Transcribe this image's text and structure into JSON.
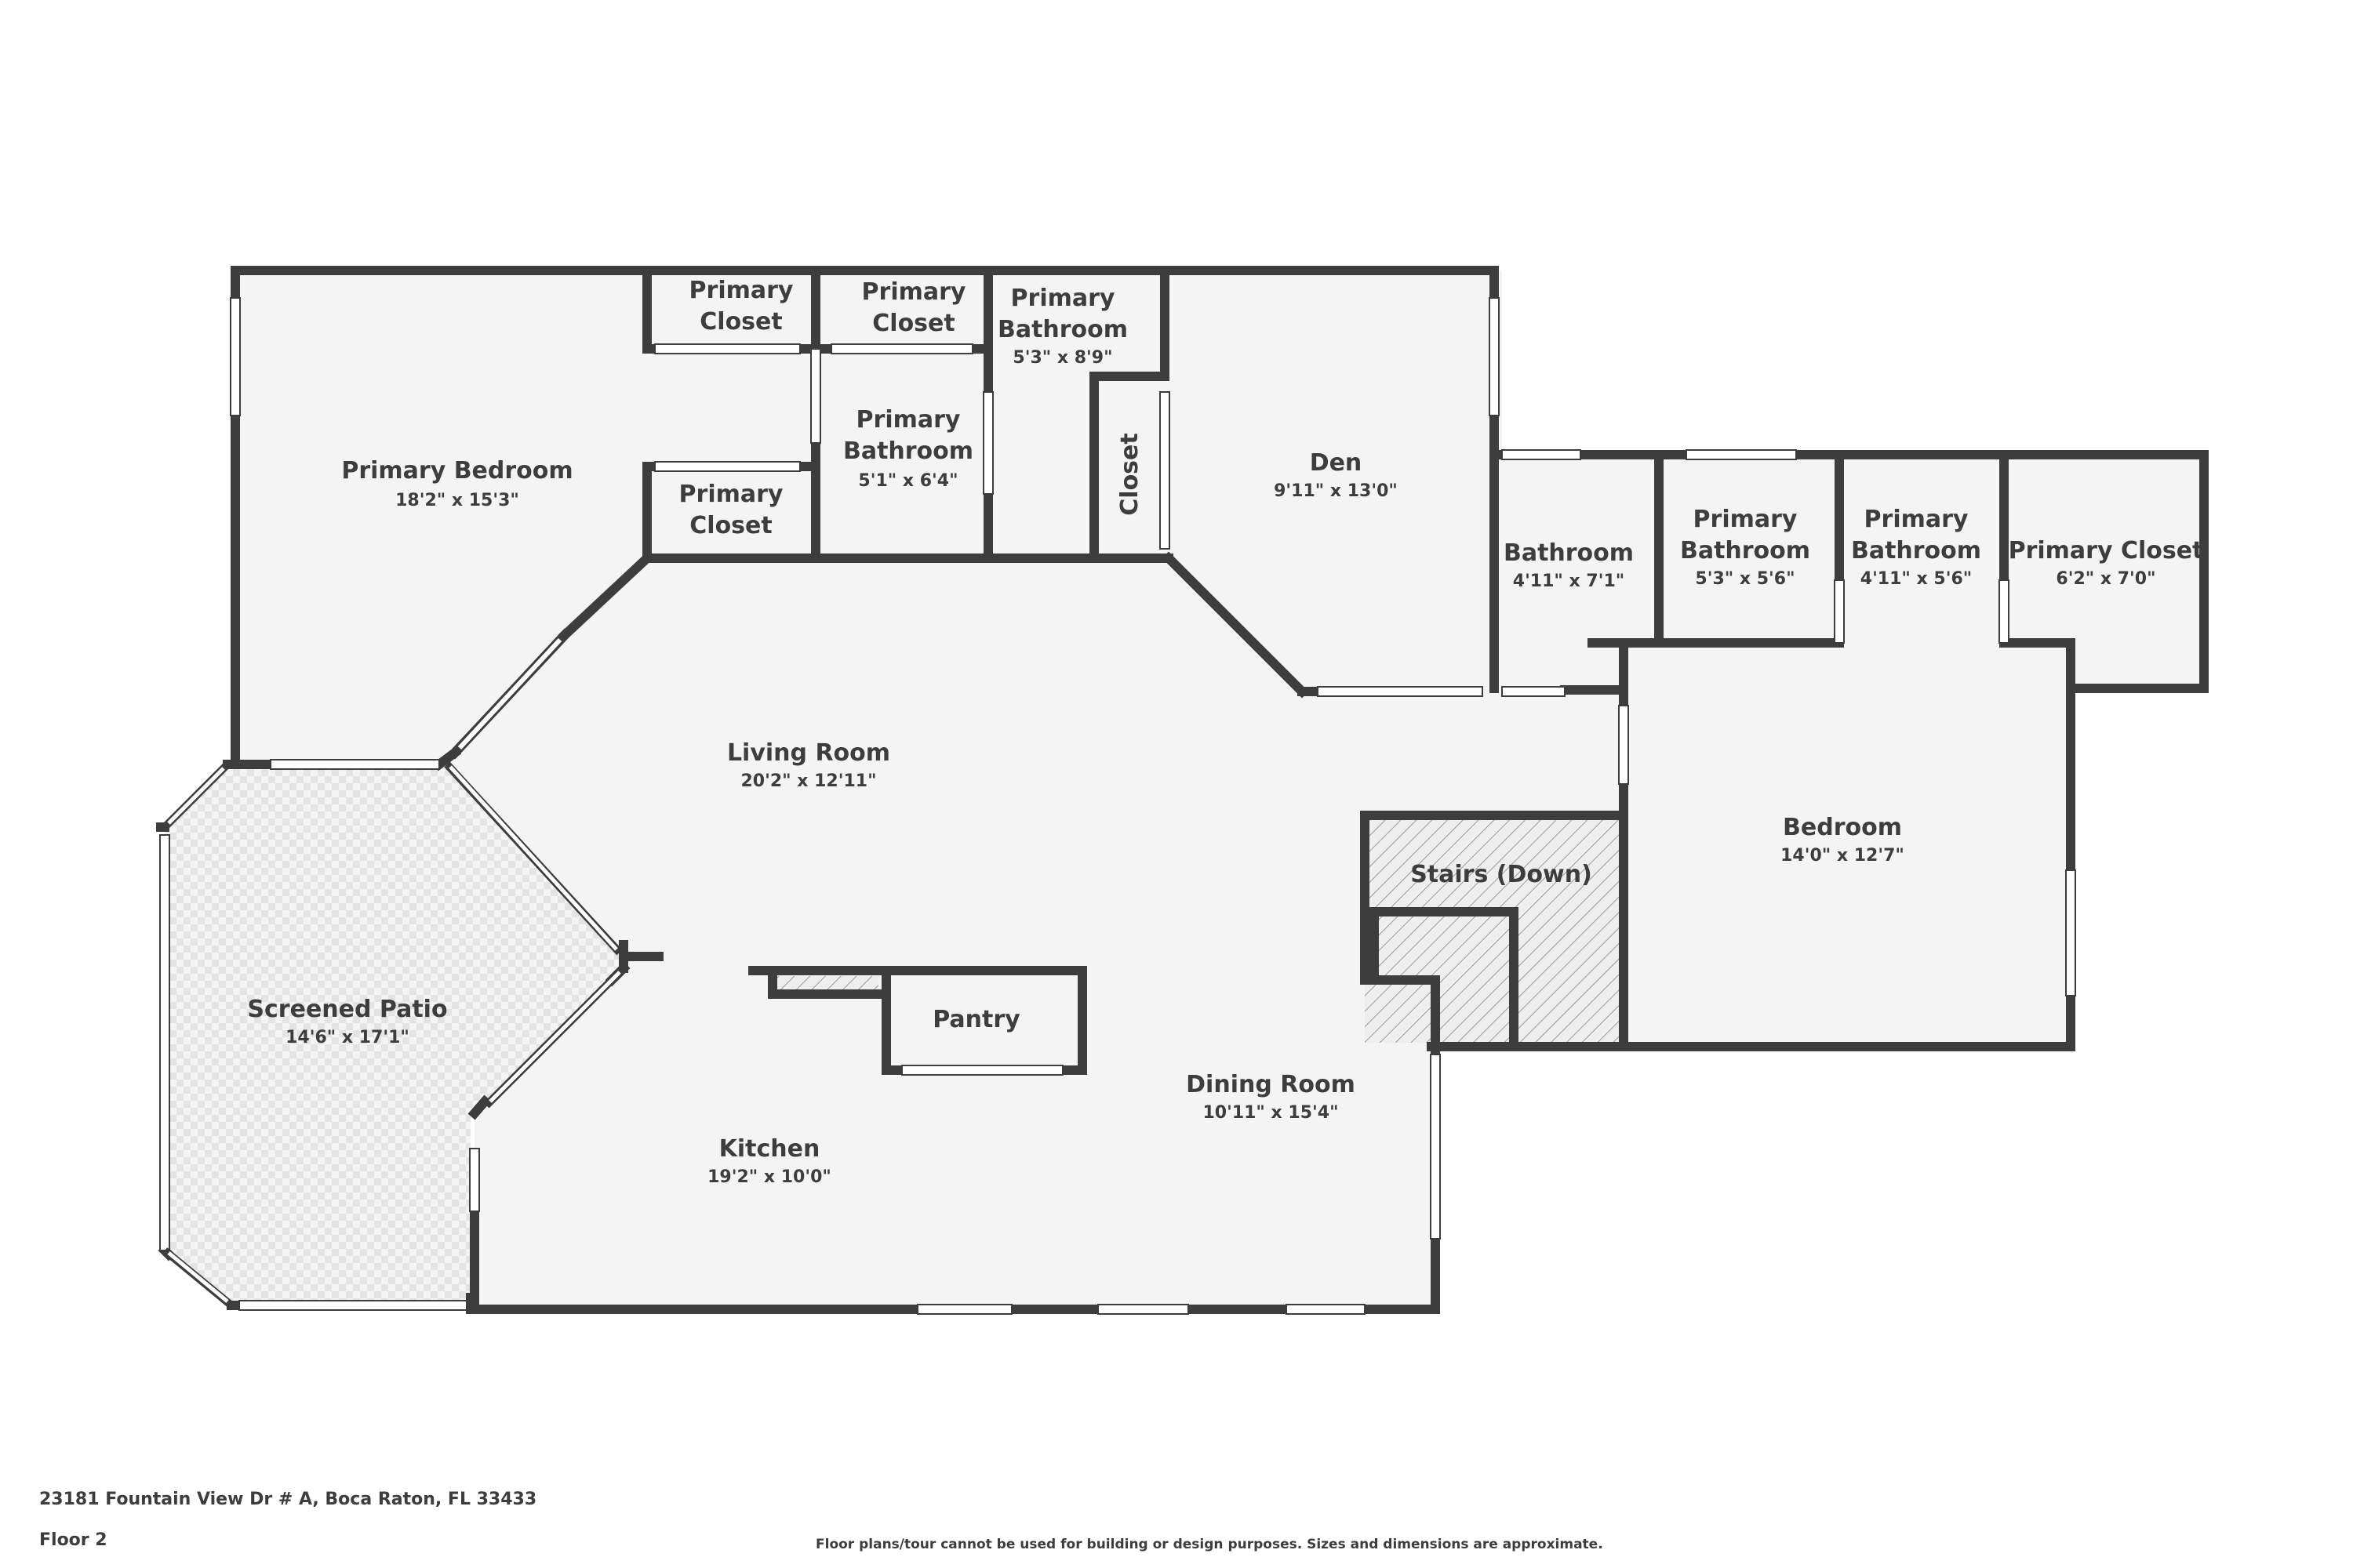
{
  "plan": {
    "wall_color": "#3d3d3d",
    "floor_color": "#f4f4f4",
    "window_color": "#ffffff",
    "hatch_color": "#9a9a9a"
  },
  "rooms": {
    "primary_bedroom": {
      "name": "Primary Bedroom",
      "dim": "18'2\" x 15'3\""
    },
    "primary_closet_a": {
      "name_1": "Primary",
      "name_2": "Closet"
    },
    "primary_closet_b": {
      "name_1": "Primary",
      "name_2": "Closet"
    },
    "primary_closet_c": {
      "name_1": "Primary",
      "name_2": "Closet"
    },
    "primary_bathroom_a": {
      "name_1": "Primary",
      "name_2": "Bathroom",
      "dim": "5'3\" x 8'9\""
    },
    "primary_bathroom_b": {
      "name_1": "Primary",
      "name_2": "Bathroom",
      "dim": "5'1\" x 6'4\""
    },
    "closet": {
      "name": "Closet"
    },
    "den": {
      "name": "Den",
      "dim": "9'11\" x 13'0\""
    },
    "bathroom": {
      "name": "Bathroom",
      "dim": "4'11\" x 7'1\""
    },
    "primary_bathroom_c": {
      "name_1": "Primary",
      "name_2": "Bathroom",
      "dim": "5'3\" x 5'6\""
    },
    "primary_bathroom_d": {
      "name_1": "Primary",
      "name_2": "Bathroom",
      "dim": "4'11\" x 5'6\""
    },
    "primary_closet_d": {
      "name": "Primary Closet",
      "dim": "6'2\" x 7'0\""
    },
    "living_room": {
      "name": "Living Room",
      "dim": "20'2\" x 12'11\""
    },
    "bedroom": {
      "name": "Bedroom",
      "dim": "14'0\" x 12'7\""
    },
    "stairs": {
      "name": "Stairs (Down)"
    },
    "screened_patio": {
      "name": "Screened Patio",
      "dim": "14'6\" x 17'1\""
    },
    "pantry": {
      "name": "Pantry"
    },
    "dining_room": {
      "name": "Dining Room",
      "dim": "10'11\" x 15'4\""
    },
    "kitchen": {
      "name": "Kitchen",
      "dim": "19'2\" x 10'0\""
    }
  },
  "footer": {
    "address": "23181 Fountain View Dr # A, Boca Raton, FL 33433",
    "floor": "Floor 2",
    "disclaimer": "Floor plans/tour cannot be used for building or design purposes. Sizes and dimensions are approximate."
  }
}
